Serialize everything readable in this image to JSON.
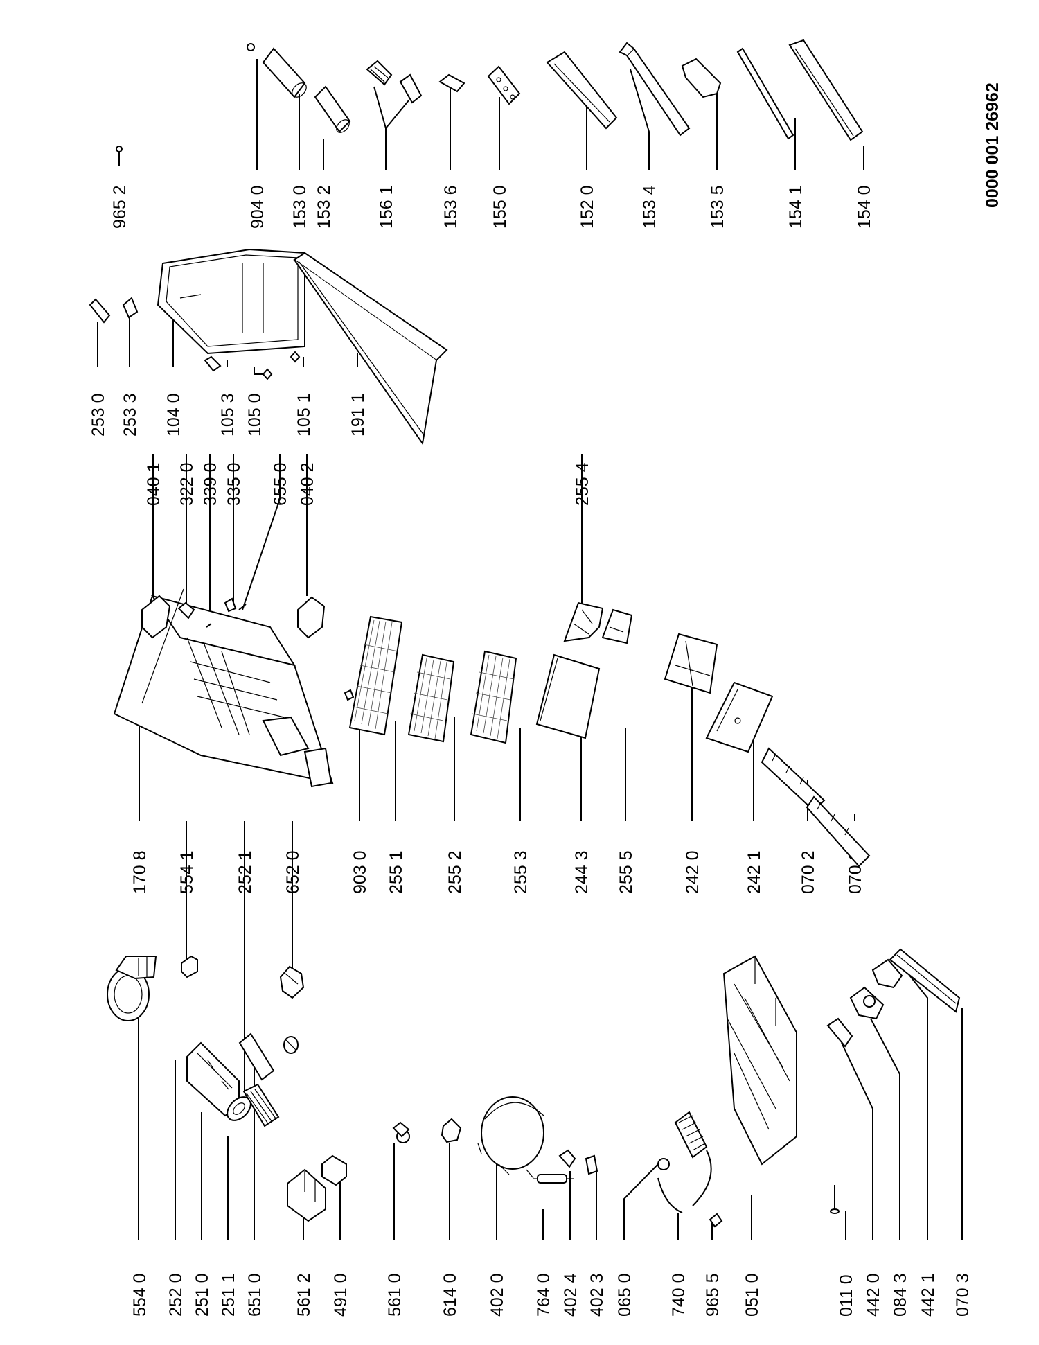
{
  "document_number": "0000 001 26962",
  "parts": [
    {
      "id": "p5540",
      "label": "554 0"
    },
    {
      "id": "p2520",
      "label": "252 0"
    },
    {
      "id": "p2510",
      "label": "251 0"
    },
    {
      "id": "p2511",
      "label": "251 1"
    },
    {
      "id": "p6510",
      "label": "651 0"
    },
    {
      "id": "p5612",
      "label": "561 2"
    },
    {
      "id": "p4910",
      "label": "491 0"
    },
    {
      "id": "p5610",
      "label": "561 0"
    },
    {
      "id": "p6140",
      "label": "614 0"
    },
    {
      "id": "p4020",
      "label": "402 0"
    },
    {
      "id": "p7640",
      "label": "764 0"
    },
    {
      "id": "p4024",
      "label": "402 4"
    },
    {
      "id": "p4023",
      "label": "402 3"
    },
    {
      "id": "p0650",
      "label": "065 0"
    },
    {
      "id": "p7400",
      "label": "740 0"
    },
    {
      "id": "p9655",
      "label": "965 5"
    },
    {
      "id": "p0510",
      "label": "051 0"
    },
    {
      "id": "p0110",
      "label": "011 0"
    },
    {
      "id": "p4420",
      "label": "442 0"
    },
    {
      "id": "p0843",
      "label": "084 3"
    },
    {
      "id": "p4421",
      "label": "442 1"
    },
    {
      "id": "p0703",
      "label": "070 3"
    },
    {
      "id": "p5541",
      "label": "554 1"
    },
    {
      "id": "p2521",
      "label": "252 1"
    },
    {
      "id": "p6520",
      "label": "652 0"
    },
    {
      "id": "p1708",
      "label": "170 8"
    },
    {
      "id": "p9030",
      "label": "903 0"
    },
    {
      "id": "p2551",
      "label": "255 1"
    },
    {
      "id": "p2552",
      "label": "255 2"
    },
    {
      "id": "p2553",
      "label": "255 3"
    },
    {
      "id": "p2443",
      "label": "244 3"
    },
    {
      "id": "p2555",
      "label": "255 5"
    },
    {
      "id": "p2420",
      "label": "242 0"
    },
    {
      "id": "p2421",
      "label": "242 1"
    },
    {
      "id": "p0702",
      "label": "070 2"
    },
    {
      "id": "p0700",
      "label": "070 0"
    },
    {
      "id": "p0401",
      "label": "040 1"
    },
    {
      "id": "p3220",
      "label": "322 0"
    },
    {
      "id": "p3390",
      "label": "339 0"
    },
    {
      "id": "p3350",
      "label": "335 0"
    },
    {
      "id": "p6550",
      "label": "655 0"
    },
    {
      "id": "p0402",
      "label": "040 2"
    },
    {
      "id": "p2554",
      "label": "255 4"
    },
    {
      "id": "p2530",
      "label": "253 0"
    },
    {
      "id": "p2533",
      "label": "253 3"
    },
    {
      "id": "p1040",
      "label": "104 0"
    },
    {
      "id": "p1053",
      "label": "105 3"
    },
    {
      "id": "p1050",
      "label": "105 0"
    },
    {
      "id": "p1051",
      "label": "105 1"
    },
    {
      "id": "p1911",
      "label": "191 1"
    },
    {
      "id": "p9652",
      "label": "965 2"
    },
    {
      "id": "p9040",
      "label": "904 0"
    },
    {
      "id": "p1530",
      "label": "153 0"
    },
    {
      "id": "p1532",
      "label": "153 2"
    },
    {
      "id": "p1561",
      "label": "156 1"
    },
    {
      "id": "p1536",
      "label": "153 6"
    },
    {
      "id": "p1550",
      "label": "155 0"
    },
    {
      "id": "p1520",
      "label": "152 0"
    },
    {
      "id": "p1534",
      "label": "153 4"
    },
    {
      "id": "p1535",
      "label": "153 5"
    },
    {
      "id": "p1541",
      "label": "154 1"
    },
    {
      "id": "p1540",
      "label": "154 0"
    }
  ]
}
